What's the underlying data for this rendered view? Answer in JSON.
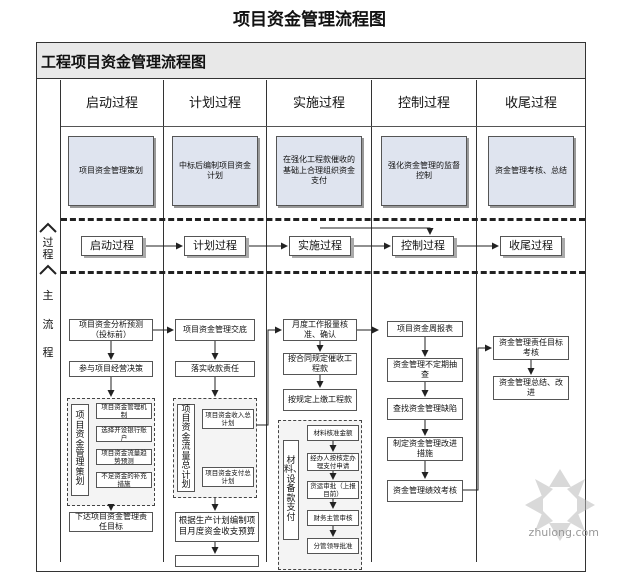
{
  "page_title": "项目资金管理流程图",
  "chart_title": "工程项目资金管理流程图",
  "lane_labels": {
    "process": "过程",
    "main_flow": "主流程"
  },
  "columns": [
    "启动过程",
    "计划过程",
    "实施过程",
    "控制过程",
    "收尾过程"
  ],
  "top_boxes": [
    "项目资金管理策划",
    "中标后编制项目资金计划",
    "在强化工程款催收的基础上合理组织资金支付",
    "强化资金管理的监督控制",
    "资金管理考核、总结"
  ],
  "process_row": [
    "启动过程",
    "计划过程",
    "实施过程",
    "控制过程",
    "收尾过程"
  ],
  "col1": {
    "b1": "项目资金分析预测（投标前）",
    "b2": "参与项目经营决策",
    "group_label": "项目资金管理策划",
    "sub": [
      "项目资金管理机制",
      "选择开设银行账户",
      "项目资金流量趋势预测",
      "不足资金的补充措施"
    ],
    "b3": "下达项目资金管理责任目标"
  },
  "col2": {
    "b1": "项目资金管理交底",
    "b2": "落实收款责任",
    "group_label": "项目资金流量总计划",
    "sub": [
      "项目资金收入总计划",
      "项目资金支付总计划"
    ],
    "b3": "根据生产计划编制项目月度资金收支预算"
  },
  "col3": {
    "b1": "月度工作报量核准、确认",
    "b2": "按合同规定催收工程款",
    "b3": "按规定上缴工程款",
    "group_label": "材料、设备款支付",
    "sub": [
      "材料核准金额",
      "经办人按核定办理支付申请",
      "货运审批（上报目前）",
      "财务主管审核",
      "分管领导批准"
    ]
  },
  "col4": {
    "b1": "项目资金周报表",
    "b2": "资金管理不定期抽查",
    "b3": "查找资金管理缺陷",
    "b4": "制定资金管理改进措施",
    "b5": "资金管理绩效考核"
  },
  "col5": {
    "b1": "资金管理责任目标考核",
    "b2": "资金管理总结、改进"
  },
  "watermark": "zhulong.com"
}
